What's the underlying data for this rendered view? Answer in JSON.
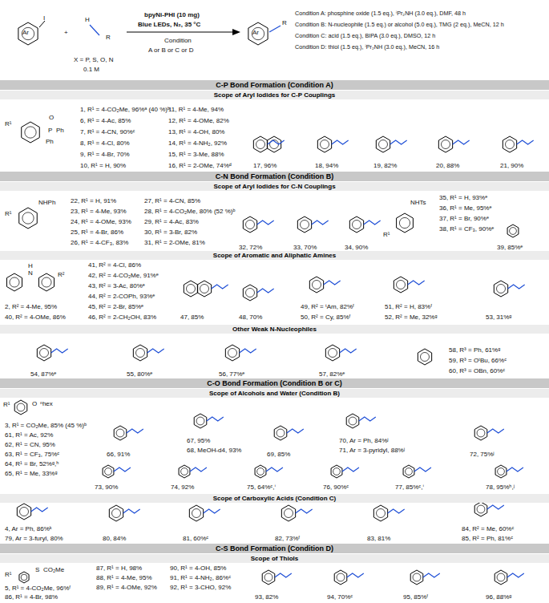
{
  "diagram": {
    "nodes": [
      {
        "text": [
          "C-P Bond Formation (Condition A)"
        ]
      },
      {
        "text": [
          "Scope of Aryl Iodides for C-P Couplings"
        ]
      },
      {
        "text": [
          "C-N Bond Formation (Condition B)"
        ]
      },
      {
        "text": [
          "Scope of Aryl Iodides for C-N Couplings"
        ]
      },
      {
        "text": [
          "Scope of Aromatic and Aliphatic Amines"
        ]
      },
      {
        "text": [
          "Other Weak N-Nucleophiles"
        ]
      },
      {
        "text": [
          "C-O Bond Formation (Condition B or C)"
        ]
      },
      {
        "text": [
          "Scope of Alcohols and Water (Condition B)"
        ]
      },
      {
        "text": [
          "Scope of Carboxylic Acids (Condition C)"
        ]
      },
      {
        "text": [
          "C-S Bond Formation (Condition D)"
        ]
      },
      {
        "text": [
          "Scope of Thiols"
        ]
      }
    ],
    "labels": [
      "Ar",
      "I",
      "+",
      "H",
      "R",
      "X = P, S, O, N",
      "0.1 M",
      "bpyNi-PHI (10 mg)",
      "Blue LEDs, N₂, 35 °C",
      "Condition",
      "A or B or C or D",
      "Ar",
      "R",
      "Condition A: phosphine oxide (1.5 eq.), ⁱPr₂NH (3.0 eq.), DMF, 48 h",
      "Condition B: N-nucleophile (1.5 eq.) or alcohol (5.0 eq.), TMG (2 eq.), MeCN, 12 h",
      "Condition C: acid (1.5 eq.), BIPA (3.0 eq.), DMSO, 12 h",
      "Condition D: thiol (1.5 eq.), ⁱPr₂NH (3.0 eq.), MeCN, 16 h",
      "1, R¹ = 4-CO₂Me, 96%ᵃ (40 %)ᵇ",
      "6, R¹ = 4-Ac, 85%",
      "7, R¹ = 4-CN, 90%ᶜ",
      "8, R¹ = 4-Cl, 80%",
      "9, R¹ = 4-Br, 70%",
      "10, R¹ = H, 90%",
      "11, R¹ = 4-Me, 94%",
      "12, R¹ = 4-OMe, 82%",
      "13, R¹ = 4-OH, 80%",
      "14, R¹ = 4-NH₂, 92%",
      "15, R¹ = 3-Me, 88%",
      "16, R¹ = 2-OMe, 74%ᵈ",
      "17, 96%",
      "18, 94%",
      "19, 82%",
      "20, 88%",
      "21, 90%",
      "R¹",
      "P",
      "O",
      "Ph",
      "Ph",
      "22, R¹ = H, 91%",
      "23, R¹ = 4-Me, 93%",
      "24, R¹ = 4-OMe, 93%",
      "25, R¹ = 4-Br, 86%",
      "26, R¹ = 4-CF₃, 83%",
      "27, R¹ = 4-CN, 85%",
      "28, R¹ = 4-CO₂Me, 80% (52 %)ᵇ",
      "29, R¹ = 4-Ac, 83%",
      "30, R¹ = 3-Br, 82%",
      "31, R¹ = 2-OMe, 81%",
      "32, 72%",
      "33, 70%",
      "34, 90%",
      "35, R¹ = H, 93%ᵉ",
      "36, R¹ = Me, 95%ᵉ",
      "37, R¹ = Br, 90%ᵉ",
      "38, R¹ = CF₃, 90%ᵉ",
      "39, 85%ᵉ",
      "R¹",
      "NHPh",
      "R¹",
      "NHTs",
      "2, R² = 4-Me, 95%",
      "40, R² = 4-OMe, 86%",
      "41, R² = 4-Cl, 86%",
      "42, R² = 4-CO₂Me, 91%ᵉ",
      "43, R² = 3-Ac, 80%ᵉ",
      "44, R² = 2-COPh, 93%ᵉ",
      "45, R² = 2-Br, 85%ᵉ",
      "46, R² = 2-CH₂OH, 83%",
      "47, 85%",
      "48, 70%",
      "49, R² = ᵗAm, 82%ᶠ",
      "50, R² = Cy, 85%ᶠ",
      "51, R² = H, 83%ᶠ",
      "52, R² = Me, 32%ᵍ",
      "53, 31%ᵍ",
      "H",
      "N",
      "R²",
      "54, 87%ᵉ",
      "55, 80%ᵉ",
      "56, 77%ᵉ",
      "57, 82%ᵉ",
      "58, R³ = Ph, 61%ᵍ",
      "59, R³ = OᵗBu, 66%ᶜ",
      "60, R³ = OBn, 60%ᶜ",
      "3, R¹ = CO₂Me, 85% (45 %)ᵇ",
      "61, R¹ = Ac, 92%",
      "62, R¹ = CN, 95%",
      "63, R¹ = CF₃, 75%ᶜ",
      "64, R¹ = Br, 52%ᵍ,ʰ",
      "65, R¹ = Me, 33%ᵍ",
      "66, 91%",
      "67, 95%",
      "68, MeOH-d4, 93%",
      "69, 85%",
      "70, Ar = Ph, 84%ʲ",
      "71, Ar = 3-pyridyl, 88%ʲ",
      "72, 75%ʲ",
      "73, 90%",
      "74, 92%",
      "75, 64%ᶜ,ⁱ",
      "76, 90%ᶜ",
      "77, 85%ᶜ,ⁱ",
      "78, 95%ʰ,ʲ",
      "R¹",
      "O",
      "ⁿhex",
      "4, Ar = Ph, 86%ᵏ",
      "79, Ar = 3-furyl, 80%",
      "80, 84%",
      "81, 60%ᶜ",
      "82, 73%ᶠ",
      "83, 81%",
      "84, R² = Me, 60%ᶜ",
      "85, R² = Ph, 81%ᶜ",
      "5, R¹ = 4-CO₂Me, 96%ᶠ",
      "86, R¹ = 4-Br, 98%",
      "87, R¹ = H, 98%",
      "88, R¹ = 4-Me, 95%",
      "89, R¹ = 4-OMe, 92%",
      "90, R¹ = 4-OH, 85%",
      "91, R¹ = 4-NH₂, 86%ᶜ",
      "92, R¹ = 3-CHO, 92%",
      "93, 82%",
      "94, 70%ᶜ",
      "95, 85%ᶠ",
      "96, 88%ᵍ",
      "R¹",
      "S",
      "CO₂Me"
    ]
  }
}
